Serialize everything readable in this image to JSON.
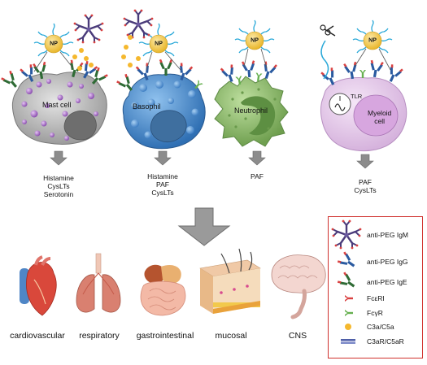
{
  "cells": [
    {
      "name": "Mast cell",
      "mediators": [
        "Histamine",
        "CysLTs",
        "Serotonin"
      ]
    },
    {
      "name": "Basophil",
      "mediators": [
        "Histamine",
        "PAF",
        "CysLTs"
      ]
    },
    {
      "name": "Neutrophil",
      "mediators": [
        "PAF"
      ]
    },
    {
      "name": "Myeloid cell",
      "mediators": [
        "PAF",
        "CysLTs"
      ]
    }
  ],
  "nanoparticle_label": "NP",
  "tlr_label": "TLR",
  "organs": [
    "cardiovascular",
    "respiratory",
    "gastrointestinal",
    "mucosal",
    "CNS"
  ],
  "legend": [
    {
      "label": "anti-PEG IgM",
      "icon": "igm-pentamer-icon"
    },
    {
      "label": "anti-PEG IgG",
      "icon": "igg-antibody-icon"
    },
    {
      "label": "anti-PEG IgE",
      "icon": "ige-antibody-icon"
    },
    {
      "label": "FcεRI",
      "icon": "fceri-receptor-icon"
    },
    {
      "label": "FcγR",
      "icon": "fcgr-receptor-icon"
    },
    {
      "label": "C3a/C5a",
      "icon": "complement-dot-icon"
    },
    {
      "label": "C3aR/C5aR",
      "icon": "complement-receptor-icon"
    }
  ],
  "colors": {
    "nanoparticle": "#f2c94c",
    "peg_chain": "#29a8d8",
    "mast_cell": "#b9b9b9",
    "basophil": "#4f8fd0",
    "neutrophil": "#8fbf6a",
    "myeloid": "#e3c7e8",
    "complement": "#f5b82e",
    "ige": "#2f6b35",
    "igg": "#2a5aa0",
    "igm": "#4a3b7a",
    "receptor_red": "#d94141",
    "receptor_green": "#66b04f",
    "legend_border": "#d0312d"
  }
}
